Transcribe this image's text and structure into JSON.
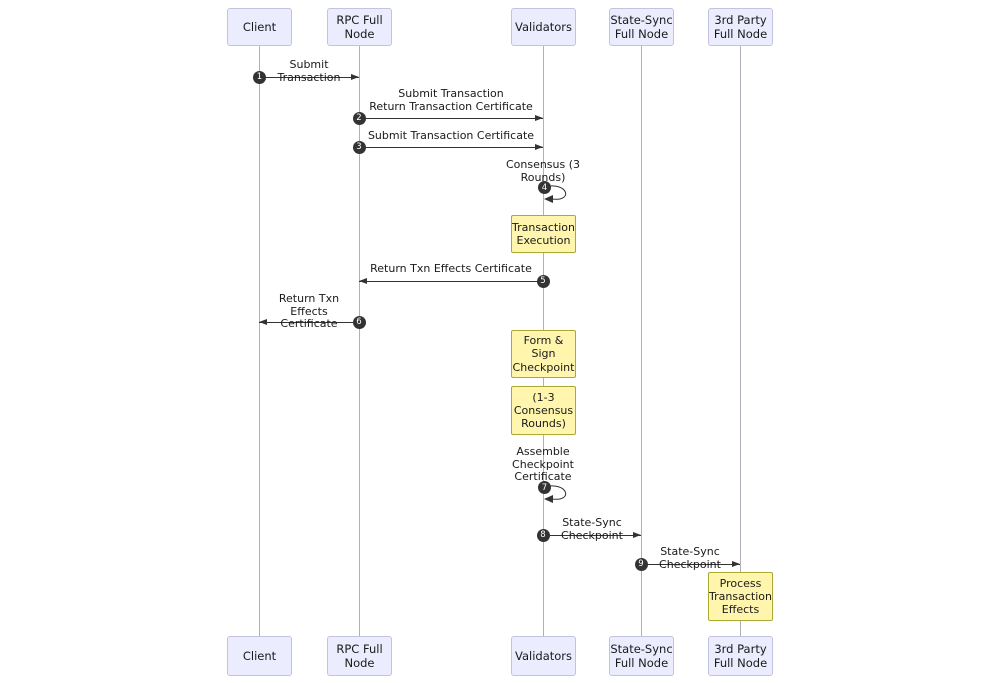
{
  "diagram": {
    "type": "sequence-diagram",
    "participants": [
      {
        "id": "client",
        "label": "Client"
      },
      {
        "id": "rpc-full-node",
        "label": "RPC Full\nNode"
      },
      {
        "id": "validators",
        "label": "Validators"
      },
      {
        "id": "state-sync-full-node",
        "label": "State-Sync\nFull Node"
      },
      {
        "id": "third-party-full-node",
        "label": "3rd Party\nFull Node"
      }
    ],
    "messages": [
      {
        "num": "1",
        "from": "client",
        "to": "rpc-full-node",
        "label": "Submit Transaction"
      },
      {
        "num": "2",
        "from": "rpc-full-node",
        "to": "validators",
        "label": "Submit Transaction\nReturn Transaction Certificate"
      },
      {
        "num": "3",
        "from": "rpc-full-node",
        "to": "validators",
        "label": "Submit Transaction Certificate"
      },
      {
        "num": "4",
        "from": "validators",
        "to": "validators",
        "self": true,
        "label": "Consensus (3\nRounds)"
      },
      {
        "num": "5",
        "from": "validators",
        "to": "rpc-full-node",
        "label": "Return Txn Effects Certificate"
      },
      {
        "num": "6",
        "from": "rpc-full-node",
        "to": "client",
        "label": "Return Txn Effects\nCertificate"
      },
      {
        "num": "7",
        "from": "validators",
        "to": "validators",
        "self": true,
        "label": "Assemble\nCheckpoint\nCertificate"
      },
      {
        "num": "8",
        "from": "validators",
        "to": "state-sync-full-node",
        "label": "State-Sync Checkpoint"
      },
      {
        "num": "9",
        "from": "state-sync-full-node",
        "to": "third-party-full-node",
        "label": "State-Sync Checkpoint"
      }
    ],
    "notes": [
      {
        "over": "validators",
        "label": "Transaction\nExecution"
      },
      {
        "over": "validators",
        "label": "Form &\nSign\nCheckpoint"
      },
      {
        "over": "validators",
        "label": "(1-3\nConsensus\nRounds)"
      },
      {
        "over": "third-party-full-node",
        "label": "Process\nTransaction\nEffects"
      }
    ],
    "colors": {
      "participant_fill": "#ECECFF",
      "participant_border": "#C3C3E0",
      "note_fill": "#FFF5AD",
      "note_border": "#AAAA33",
      "lifeline": "#B0B0BD",
      "arrow": "#333333",
      "sequence_number_bg": "#333333",
      "sequence_number_text": "#FFFFFF"
    }
  }
}
